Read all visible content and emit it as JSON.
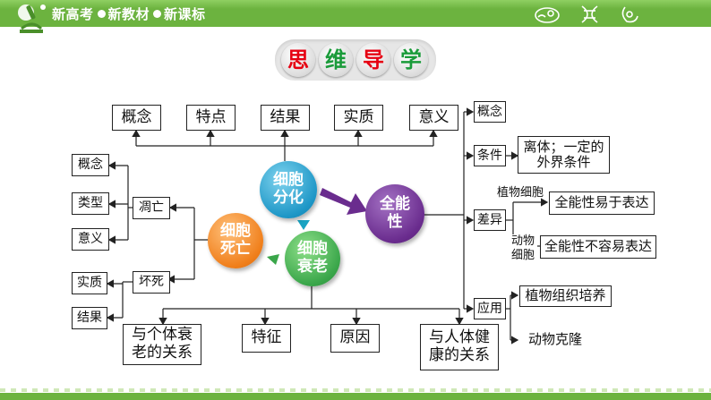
{
  "header": {
    "brand_1": "新高考",
    "brand_2": "新教材",
    "brand_3": "新课标"
  },
  "title": [
    "思",
    "维",
    "导",
    "学"
  ],
  "title_colors": [
    "#e60012",
    "#1a9b3a",
    "#e60012",
    "#1a9b3a"
  ],
  "circles": {
    "differentiation": "细胞\n分化",
    "totipotency": "全能\n性",
    "death": "细胞\n死亡",
    "senescence": "细胞\n衰老"
  },
  "top_row": [
    "概念",
    "特点",
    "结果",
    "实质",
    "意义"
  ],
  "left_column": {
    "concept": "概念",
    "type": "类型",
    "meaning": "意义",
    "apoptosis": "凋亡",
    "necrosis": "坏死",
    "essence": "实质",
    "result": "结果"
  },
  "bottom_row": [
    "与个体衰\n老的关系",
    "特征",
    "原因",
    "与人体健\n康的关系"
  ],
  "right_branch": {
    "concept": "概念",
    "condition": "条件",
    "condition_detail": "离体；一定的\n外界条件",
    "difference": "差异",
    "plant_cell": "植物细胞",
    "plant_detail": "全能性易于表达",
    "animal_cell": "动物\n细胞",
    "animal_detail": "全能性不容易表达",
    "application": "应用",
    "app_1": "植物组织培养",
    "app_2": "动物克隆"
  }
}
